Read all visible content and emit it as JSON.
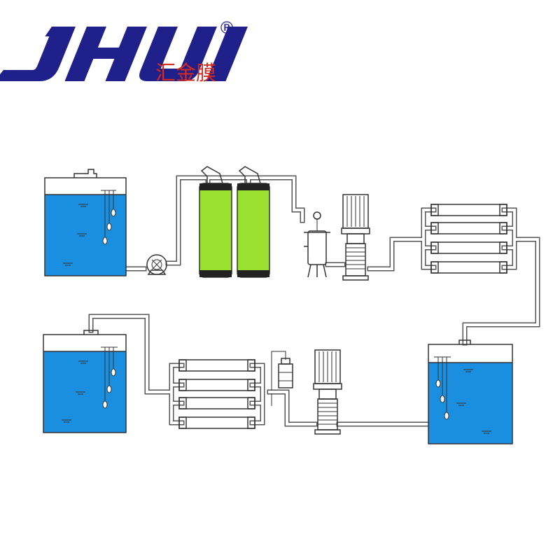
{
  "brand": {
    "wordmark": "JHUI",
    "registered_mark": "®",
    "chinese_name": "汇金膜",
    "colors": {
      "wordmark": "#20208a",
      "chinese_name": "#d42a20"
    }
  },
  "diagram": {
    "colors": {
      "water": "#1a8fe0",
      "filter_media": "#99e030",
      "pipe": "#555555",
      "outline": "#333333"
    },
    "equipment": [
      "raw-water-tank",
      "raw-water-pump",
      "media-filter",
      "carbon-filter",
      "security-filter",
      "high-pressure-pump-1",
      "ro-membrane-bank-1",
      "intermediate-water-tank",
      "high-pressure-pump-2",
      "dosing-unit",
      "ro-membrane-bank-2",
      "pure-water-tank"
    ]
  }
}
